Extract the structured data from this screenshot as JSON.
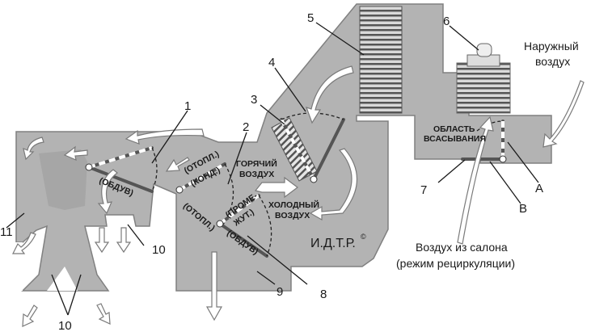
{
  "callouts": {
    "n1": "1",
    "n2": "2",
    "n3": "3",
    "n4": "4",
    "n5": "5",
    "n6": "6",
    "n7": "7",
    "n8": "8",
    "n9": "9",
    "n10a": "10",
    "n10b": "10",
    "n11": "11",
    "nA": "A",
    "nB": "B"
  },
  "labels": {
    "outside_air_1": "Наружный",
    "outside_air_2": "воздух",
    "cabin_air_1": "Воздух из салона",
    "cabin_air_2": "(режим рециркуляции)",
    "suction_1": "ОБЛАСТЬ",
    "suction_2": "ВСАСЫВАНИЯ",
    "hot_1": "ГОРЯЧИЙ",
    "hot_2": "ВОЗДУХ",
    "cold_1": "ХОЛОДНЫЙ",
    "cold_2": "ВОЗДУХ",
    "heat_top": "(ОТОПЛ.)",
    "ac": "(КОНД.)",
    "vent_left": "(ОБДУВ)",
    "heat_lower": "(ОТОПЛ.)",
    "intermediate_1": "(ПРОМЕ-",
    "intermediate_2": "ЖУТ.)",
    "vent_lower": "(ОБДУВ)",
    "watermark": "И.Д.Т.Р."
  }
}
